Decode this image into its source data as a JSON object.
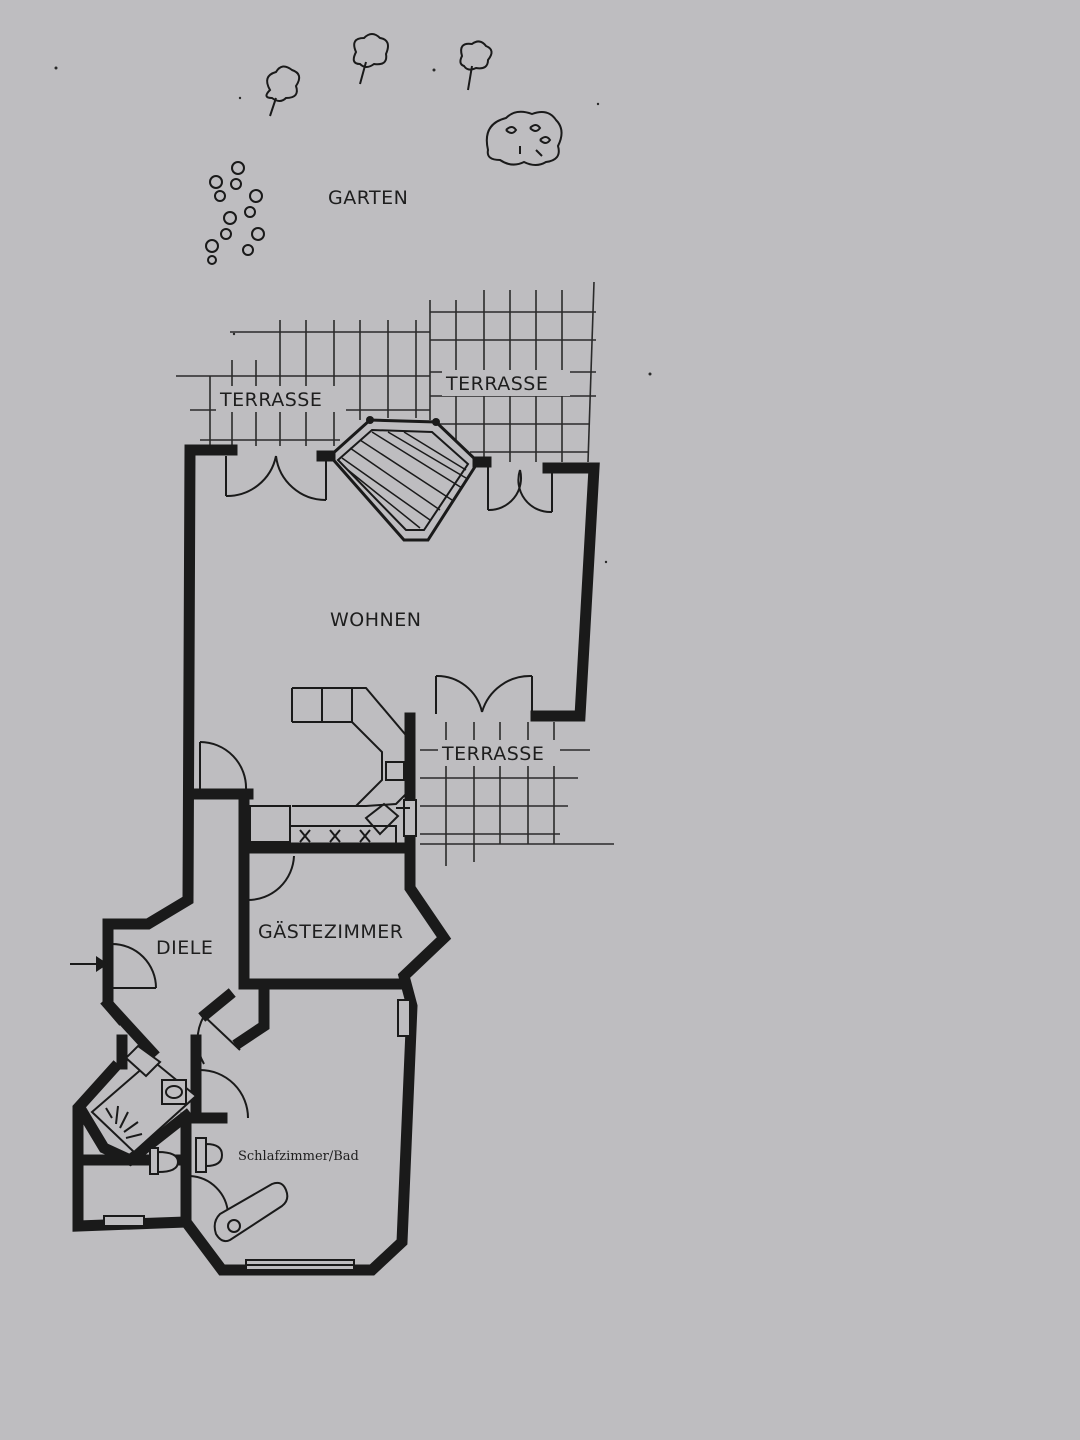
{
  "labels": {
    "garten": "GARTEN",
    "terrasse_left": "TERRASSE",
    "terrasse_right": "TERRASSE",
    "terrasse_lower": "TERRASSE",
    "wohnen": "WOHNEN",
    "gaestezimmer": "GÄSTEZIMMER",
    "diele": "DIELE",
    "schlafzimmer_bad": "Schlafzimmer/Bad"
  },
  "icons": {
    "entrance": "arrow-right-icon",
    "trees": "tree-icon",
    "shrubs": "shrub-icon",
    "flowers": "flower-icon"
  },
  "colors": {
    "paper": "#bebdc0",
    "ink": "#1a1a1a"
  }
}
